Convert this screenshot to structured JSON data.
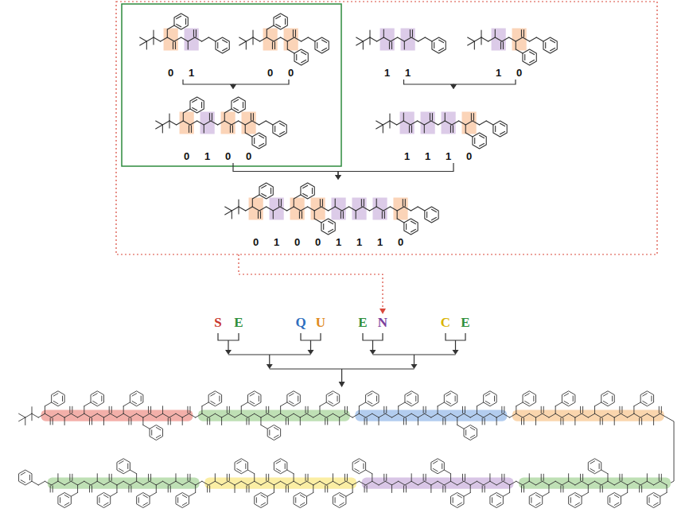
{
  "diagram": {
    "nodes": [
      {
        "text": [
          "0",
          "1"
        ]
      },
      {
        "text": [
          "0",
          "0"
        ]
      },
      {
        "text": [
          "1",
          "1"
        ]
      },
      {
        "text": [
          "1",
          "0"
        ]
      },
      {
        "text": [
          "0",
          "1",
          "0",
          "0"
        ]
      },
      {
        "text": [
          "1",
          "1",
          "1",
          "0"
        ]
      },
      {
        "text": [
          "0",
          "1",
          "0",
          "0",
          "1",
          "1",
          "1",
          "0"
        ]
      }
    ],
    "edges": [
      {
        "from": 0,
        "to": 4,
        "arrow": "to"
      },
      {
        "from": 1,
        "to": 4,
        "arrow": "to"
      },
      {
        "from": 2,
        "to": 5,
        "arrow": "to"
      },
      {
        "from": 3,
        "to": 5,
        "arrow": "to"
      },
      {
        "from": 4,
        "to": 6,
        "arrow": "to"
      },
      {
        "from": 5,
        "to": 6,
        "arrow": "to"
      }
    ],
    "labels": [
      "S",
      "E",
      "Q",
      "U",
      "E",
      "N",
      "C",
      "E"
    ]
  }
}
